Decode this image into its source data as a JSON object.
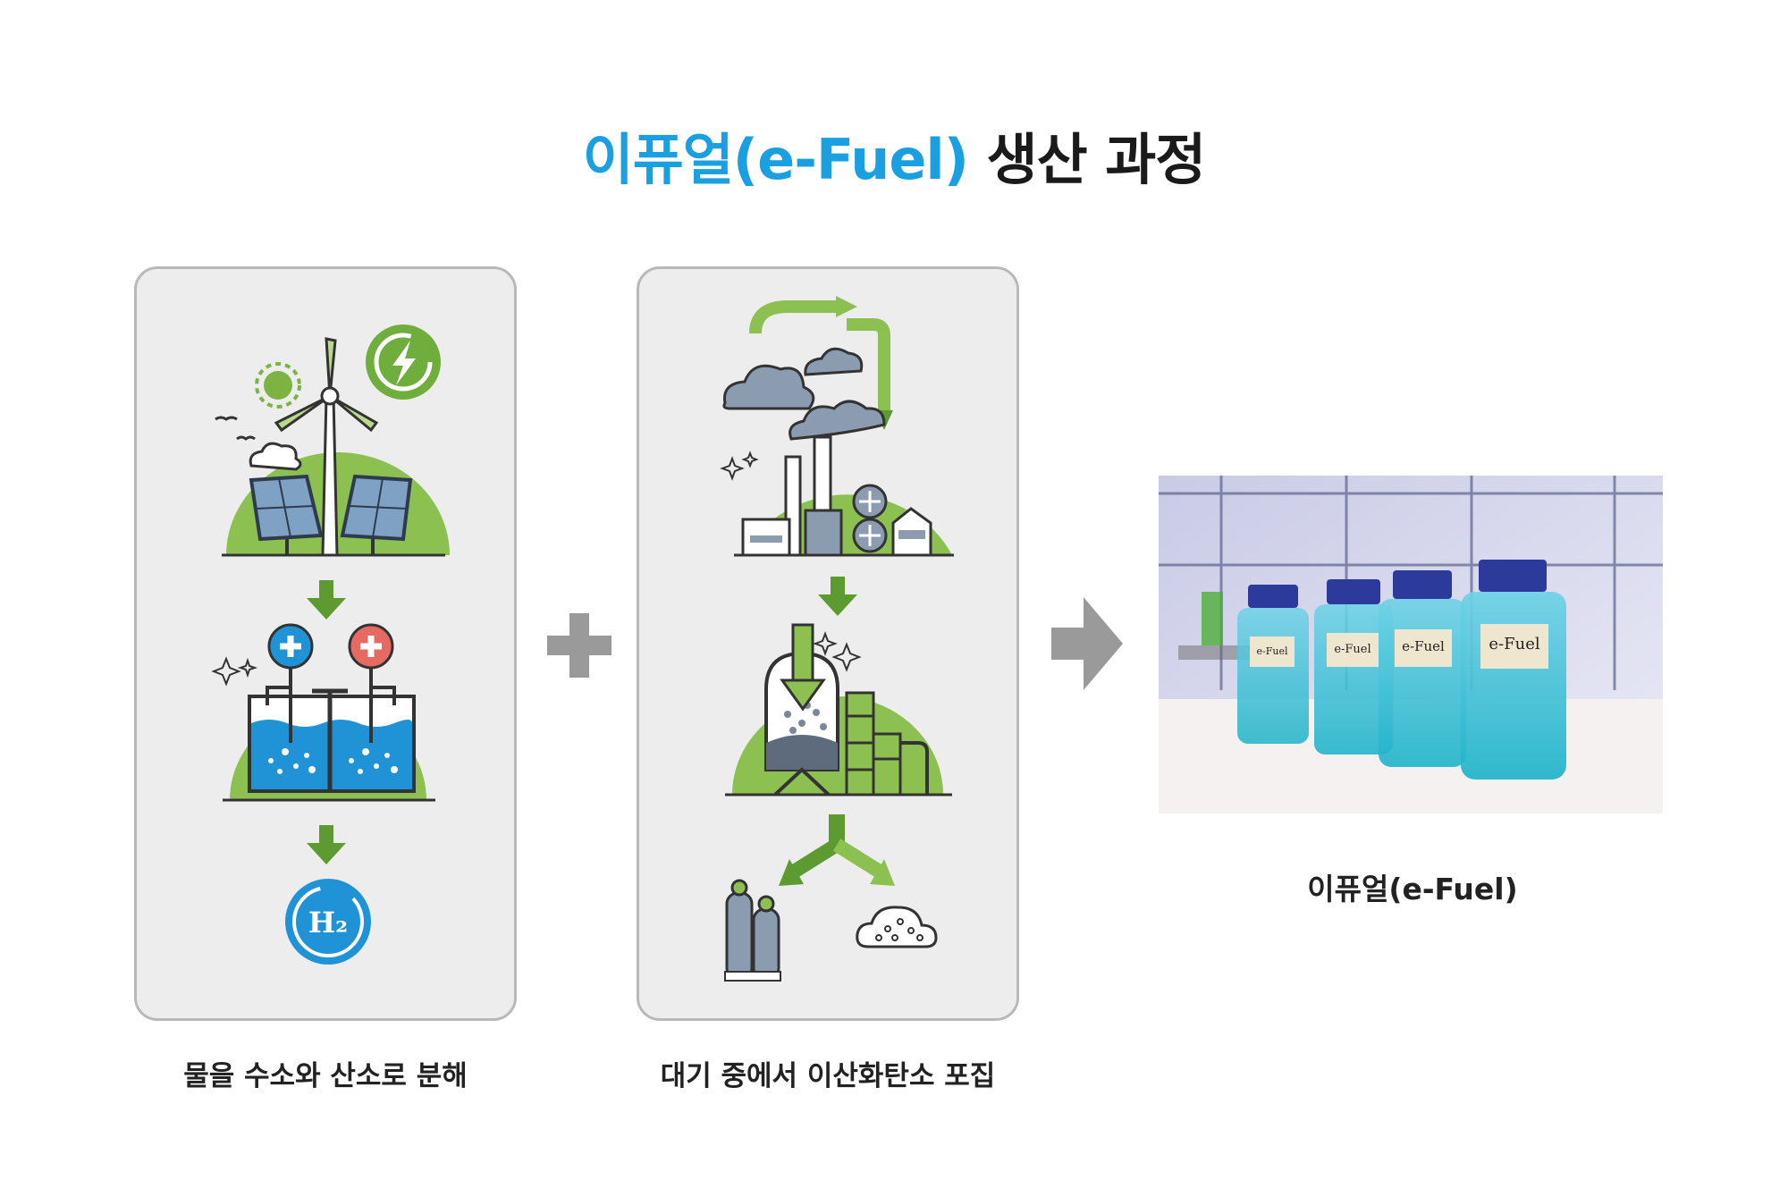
{
  "title": {
    "accent": "이퓨얼(e-Fuel)",
    "rest": " 생산 과정"
  },
  "colors": {
    "accent": "#1aa0e0",
    "green": "#7cb342",
    "arrow_green": "#5d9a30",
    "water": "#1f93d6",
    "operator_gray": "#9a9a9a"
  },
  "steps": [
    {
      "caption": "물을 수소와 산소로 분해",
      "icons": [
        "wind-turbine-icon",
        "solar-panel-icon",
        "energy-icon",
        "electrolysis-icon",
        "hydrogen-icon"
      ],
      "h2_label": "H₂"
    },
    {
      "caption": "대기 중에서 이산화탄소 포집",
      "icons": [
        "factory-icon",
        "co2-capture-icon",
        "gas-cylinder-icon",
        "particle-cloud-icon"
      ]
    }
  ],
  "result": {
    "caption": "이퓨얼(e-Fuel)",
    "bottle_label": "e-Fuel",
    "bottle_count": 4
  }
}
